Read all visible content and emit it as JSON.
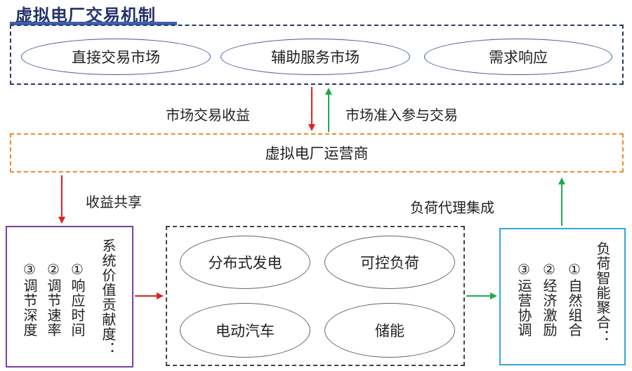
{
  "title": "虚拟电厂交易机制",
  "markets": [
    "直接交易市场",
    "辅助服务市场",
    "需求响应"
  ],
  "arrow_labels": {
    "revenue": "市场交易收益",
    "access": "市场准入参与交易",
    "share": "收益共享",
    "load_agent": "负荷代理集成"
  },
  "operator": "虚拟电厂运营商",
  "left_box": {
    "heading": "系统价值贡献度：",
    "items": [
      "①响应时间",
      "②调节速率",
      "③调节深度"
    ]
  },
  "resources": [
    "分布式发电",
    "可控负荷",
    "电动汽车",
    "储能"
  ],
  "right_box": {
    "heading": "负荷智能聚合：",
    "items": [
      "①自然组合",
      "②经济激励",
      "③运营协调"
    ]
  },
  "colors": {
    "title": "#24316a",
    "top_border": "#2b3a67",
    "operator_border": "#f08a2a",
    "left_border": "#7a3fa6",
    "right_border": "#35a6dc",
    "red_arrow": "#e02020",
    "green_arrow": "#1faa4a"
  }
}
